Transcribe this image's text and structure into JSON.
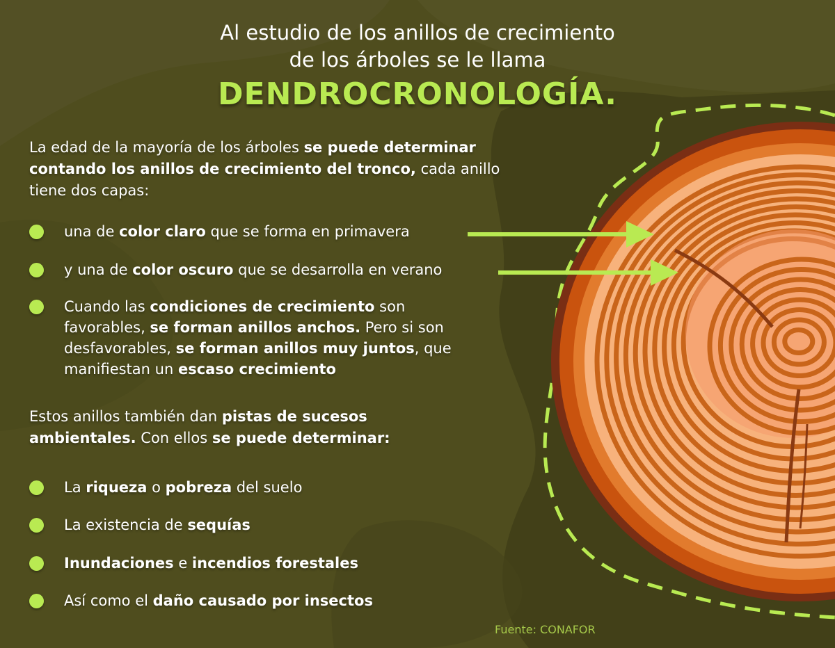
{
  "header": {
    "line1": "Al estudio de los anillos de crecimiento",
    "line2": "de los árboles se le llama",
    "term": "DENDROCRONOLOGÍA."
  },
  "intro": {
    "t1": "La edad de la mayoría de los árboles ",
    "b1": "se puede determinar",
    "b2": "contando los anillos de crecimiento del tronco,",
    "t2": " cada anillo",
    "t3": "tiene dos capas:"
  },
  "layers": [
    {
      "p1": "una de ",
      "b1": "color claro",
      "p2": " que se forma en primavera"
    },
    {
      "p1": "y una de ",
      "b1": "color oscuro",
      "p2": " que se desarrolla en verano"
    }
  ],
  "conditions": {
    "p1": "Cuando las ",
    "b1": "condiciones de crecimiento",
    "p2": " son",
    "p3": "favorables, ",
    "b2": "se forman anillos anchos.",
    "p4": " Pero si son",
    "p5": "desfavorables, ",
    "b3": "se forman anillos muy juntos",
    "p6": ", que",
    "p7": "manifiestan un ",
    "b4": "escaso crecimiento"
  },
  "clues": {
    "t1": "Estos anillos también dan ",
    "b1": "pistas de sucesos",
    "b2": "ambientales.",
    "t2": " Con ellos ",
    "b3": "se puede determinar:"
  },
  "list": [
    {
      "p1": "La ",
      "b1": "riqueza",
      "p2": " o ",
      "b2": "pobreza",
      "p3": " del suelo"
    },
    {
      "p1": "La existencia de ",
      "b1": "sequías"
    },
    {
      "b1": "Inundaciones",
      "p1": " e ",
      "b2": "incendios forestales"
    },
    {
      "p1": "Así como el ",
      "b1": "daño causado por insectos"
    }
  ],
  "source": "Fuente: CONAFOR",
  "colors": {
    "background": "#4f4d1e",
    "accent": "#b9ea52",
    "bark_dark": "#7a2e14",
    "bark": "#c9530e",
    "wood_light": "#f7b27c",
    "wood_center": "#f59a6b",
    "ring": "#c9651a"
  },
  "icons": [
    "tree-ring-illustration",
    "arrow-right-icon",
    "bullet-dot-icon"
  ]
}
